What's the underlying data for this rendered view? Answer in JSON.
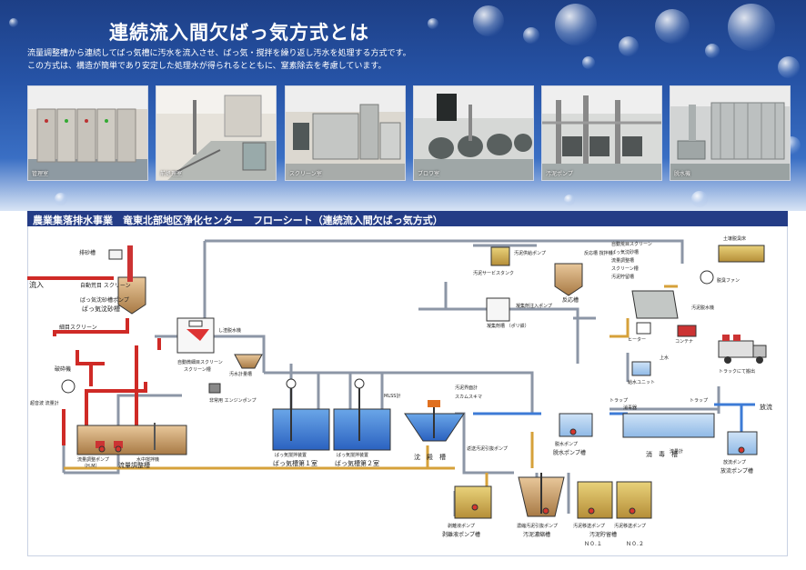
{
  "header": {
    "title": "連続流入間欠ばっ気方式とは",
    "intro_lines": [
      "流量調整槽から連続してばっ気槽に汚水を流入させ、ばっ気・撹拌を繰り返し汚水を処理する方式です。",
      "この方式は、構造が簡単であり安定した処理水が得られるとともに、窒素除去を考慮しています。"
    ]
  },
  "photos": [
    {
      "caption": "管理室"
    },
    {
      "caption": "前処理室"
    },
    {
      "caption": "スクリーン室"
    },
    {
      "caption": "ブロワ室"
    },
    {
      "caption": "汚泥ポンプ"
    },
    {
      "caption": "脱水機"
    }
  ],
  "flowsheet": {
    "title": "農業集落排水事業　竜東北部地区浄化センター　フローシート（連続流入間欠ばっ気方式）",
    "labels": {
      "inflow": "流入",
      "sand_removal": "排砂槽",
      "auto_screen": "自動荒目\nスクリーン",
      "grit_pump": "ばっ気沈砂槽ポンプ",
      "grit_tank": "ばっ気沈砂槽",
      "fine_screen": "細目スクリーン",
      "grit_hopper": "破砕機",
      "flowmeter": "超音波\n流量計",
      "fine_auto_screen": "自動微細目スクリーン",
      "screen_tank": "スクリーン槽",
      "screenings": "し渣脱水機",
      "sludge_storage_small": "汚水計量槽",
      "emergency_pump": "非常用\nエンジンポンプ",
      "equalization_pump": "流量調整ポンプ",
      "equalization_tank": "流量調整槽",
      "hm": "（H.M）",
      "submersible_mixer": "水中撹拌機",
      "aeration_mixer1": "ばっ気撹拌装置",
      "aeration_tank1": "ばっ気槽第１室",
      "aeration_mixer2": "ばっ気撹拌装置",
      "aeration_tank2": "ばっ気槽第２室",
      "mlss": "MLSS計",
      "sludge_interface": "汚泥界面計",
      "scum_skimmer": "スカムスキマ",
      "clarifier": "沈　殿　槽",
      "return_pump": "返送汚泥引抜ポンプ",
      "separated_pump": "剥離液ポンプ",
      "separated_tank": "剥離液ポンプ槽",
      "thickened_pump": "濃縮汚泥引抜ポンプ",
      "thickener": "汚泥濃縮槽",
      "storage_pump1": "汚泥移送ポンプ",
      "storage_pump2": "汚泥移送ポンプ",
      "sludge_storage": "汚泥貯留槽",
      "no1": "Ｎ０.１",
      "no2": "Ｎ０.２",
      "trap1": "トラップ",
      "chlorinator": "消毒器",
      "trap2": "トラップ",
      "dewater_pump": "脱水ポンプ",
      "dewater_pump_tank": "脱水ポンプ槽",
      "disinfection": "消　毒　槽",
      "weir": "流量計",
      "discharge": "放流",
      "discharge_pump": "放流ポンプ",
      "discharge_pump_tank": "放流ポンプ槽",
      "sludge_supply_pump": "汚泥供給ポンプ",
      "reactor_mixer": "反応槽\n撹拌機",
      "sludge_service_tank": "汚泥サービスタンク",
      "coagulant_pump": "凝集剤注入ポンプ",
      "coagulant_tank": "凝集剤槽\n（ポリ鉄）",
      "reactor": "反応槽",
      "deodor_list": [
        "自動荒目スクリーン",
        "ばっ気沈砂槽",
        "流量調整槽",
        "スクリーン槽",
        "汚泥貯留槽"
      ],
      "deodorizer": "土壌脱臭床",
      "deodor_fan": "脱臭ファン",
      "dehydrator": "汚泥脱水機",
      "heater": "ヒーター",
      "container": "コンテナ",
      "water_unit": "給水ユニット",
      "truck": "トラックにて搬出",
      "supply_water": "上水"
    }
  }
}
